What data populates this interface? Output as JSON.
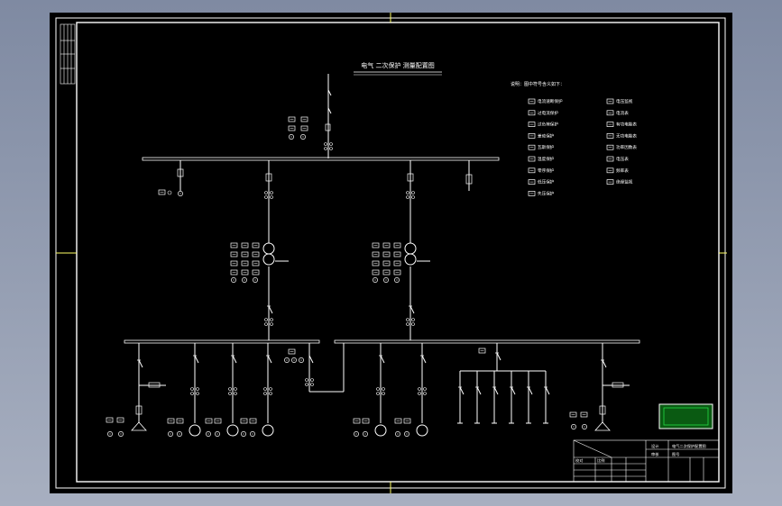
{
  "diagram": {
    "title": "电气 二次保护 测量配置图",
    "legend_heading": "说明：图中符号含义如下：",
    "legend_left": [
      "电流速断保护",
      "过电流保护",
      "过负荷保护",
      "差动保护",
      "瓦斯保护",
      "温度保护",
      "零序保护",
      "低压保护",
      "失压保护"
    ],
    "legend_right": [
      "电压监视",
      "电流表",
      "有功电能表",
      "无功电能表",
      "功率因数表",
      "电压表",
      "频率表",
      "绝缘监视"
    ],
    "title_block": {
      "row1": [
        "设计",
        "电气二次保护配置图"
      ],
      "row2": [
        "审核",
        "图号"
      ],
      "row3": [
        "校对",
        "比例"
      ]
    }
  },
  "colors": {
    "line": "#ffffff",
    "frame": "#ffffff",
    "stamp": "#22dd44",
    "label": "#ffffff"
  }
}
